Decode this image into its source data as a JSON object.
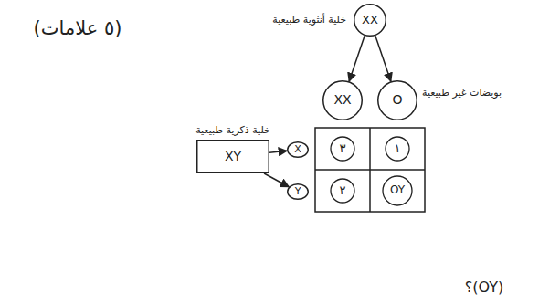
{
  "diagram": {
    "nodes": [
      {
        "text": [
          "خلية أنثوية طبيعية",
          "XX"
        ]
      },
      {
        "text": [
          "XX"
        ]
      },
      {
        "text": [
          "O"
        ]
      },
      {
        "text": [
          "خلية ذكرية طبيعية",
          "XY"
        ]
      },
      {
        "text": [
          "X"
        ]
      },
      {
        "text": [
          "Y"
        ]
      }
    ],
    "edges": [
      {
        "from": 0,
        "to": 1,
        "arrow": "to"
      },
      {
        "from": 0,
        "to": 2,
        "arrow": "to"
      },
      {
        "from": 3,
        "to": 4,
        "arrow": "to"
      },
      {
        "from": 3,
        "to": 5,
        "arrow": "to"
      }
    ],
    "labels": [
      "(٥ علامات)",
      "بويضات غير طبيعية",
      "٣",
      "١",
      "٢",
      "OY",
      "(OY)؟"
    ]
  }
}
